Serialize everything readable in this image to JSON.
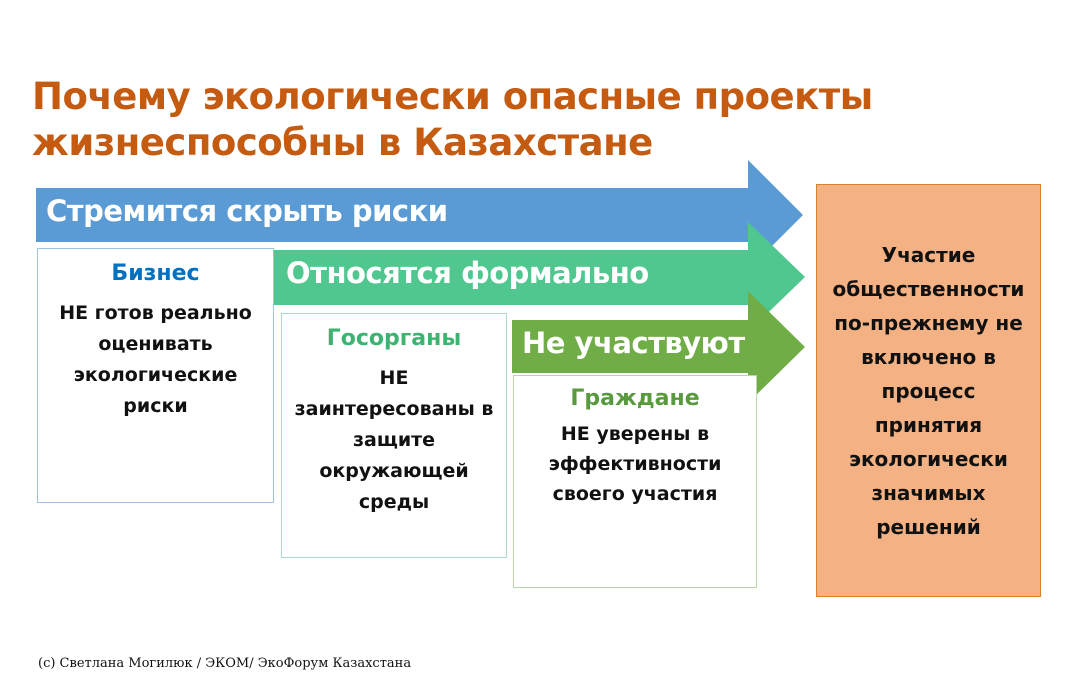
{
  "title": [
    "Почему экологически опасные проекты",
    "жизнеспособны в Казахстане"
  ],
  "arrows": [
    {
      "label": "Стремится скрыть риски",
      "color": "#5b9bd5"
    },
    {
      "label": "Относятся формально",
      "color": "#4fc78e"
    },
    {
      "label": "Не участвуют",
      "color": "#70ad47"
    }
  ],
  "actors": [
    {
      "name": "Бизнес",
      "name_color": "#0070c0",
      "text": "НЕ готов реально оценивать экологические риски"
    },
    {
      "name": "Госорганы",
      "name_color": "#3cb371",
      "text": "НЕ заинтересованы в защите окружающей среды"
    },
    {
      "name": "Граждане",
      "name_color": "#5a9a3e",
      "text": "НЕ уверены в эффективности своего участия"
    }
  ],
  "result": "Участие общественности по-прежнему не включено в процесс принятия экологически значимых решений",
  "footer": "(с) Светлана Могилюк / ЭКОМ/ ЭкоФорум Казахстана"
}
